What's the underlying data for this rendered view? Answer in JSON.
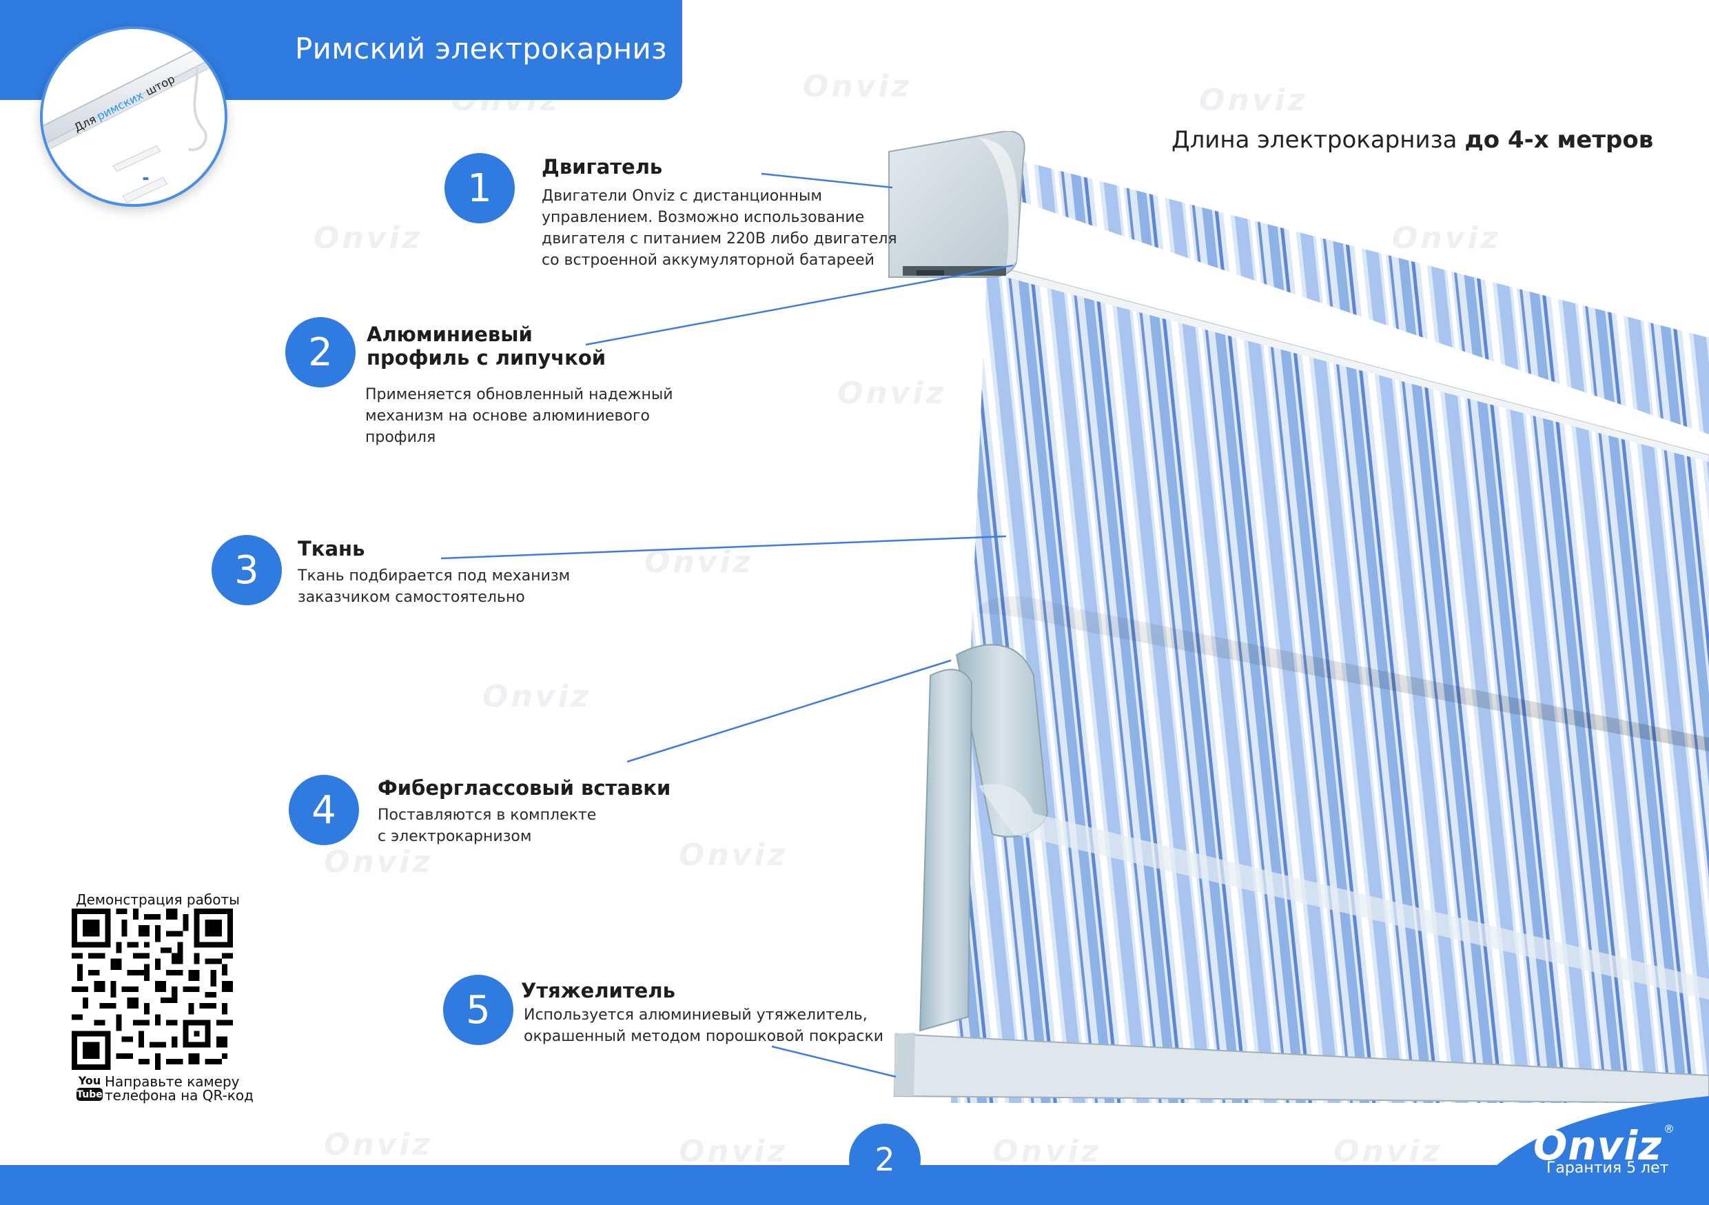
{
  "header": {
    "title": "Римский электрокарниз",
    "product_label_prefix": "Для",
    "product_label_highlight": "римских",
    "product_label_suffix": "штор"
  },
  "headline": {
    "prefix": "Длина электрокарниза",
    "bold": "до 4-х метров"
  },
  "callouts": [
    {
      "number": "1",
      "title": "Двигатель",
      "lines": [
        "Двигатели Onviz с дистанционным",
        "управлением. Возможно использование",
        "двигателя с питанием 220В либо двигателя",
        "со встроенной аккумуляторной батареей"
      ]
    },
    {
      "number": "2",
      "title_lines": [
        "Алюминиевый",
        "профиль с липучкой"
      ],
      "lines": [
        "Применяется обновленный надежный",
        "механизм на основе алюминиевого",
        "профиля"
      ]
    },
    {
      "number": "3",
      "title": "Ткань",
      "lines": [
        "Ткань подбирается под механизм",
        "заказчиком самостоятельно"
      ]
    },
    {
      "number": "4",
      "title": "Фиберглассовый вставки",
      "lines": [
        "Поставляются в комплекте",
        "с электрокарнизом"
      ]
    },
    {
      "number": "5",
      "title": "Утяжелитель",
      "lines": [
        "Используется алюминиевый утяжелитель,",
        "окрашенный методом порошковой покраски"
      ]
    }
  ],
  "qr": {
    "caption_top": "Демонстрация работы",
    "youtube_top": "You",
    "youtube_bottom": "Tube",
    "caption_bottom_1": "Направьте камеру",
    "caption_bottom_2": "телефона на QR-код"
  },
  "footer": {
    "page_number": "2",
    "brand": "Onviz",
    "registered": "®",
    "warranty": "Гарантия 5 лет"
  },
  "watermark": "Onviz",
  "colors": {
    "accent": "#2f7be0",
    "stripe_light": "#dce9f8",
    "stripe_mid": "#8fb2e6",
    "stripe_dark": "#5f86cf"
  }
}
